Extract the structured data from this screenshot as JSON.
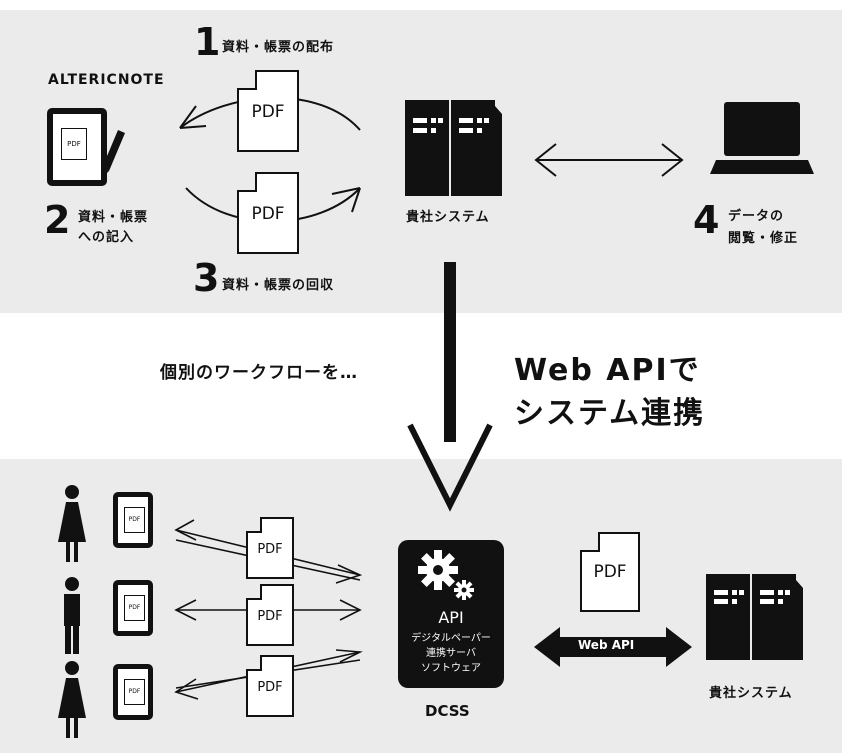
{
  "top": {
    "app_name": "ALTERICNOTE",
    "steps": [
      {
        "num": "1",
        "label": "資料・帳票の配布"
      },
      {
        "num": "2",
        "label_line1": "資料・帳票",
        "label_line2": "への記入"
      },
      {
        "num": "3",
        "label": "資料・帳票の回収"
      },
      {
        "num": "4",
        "label_line1": "データの",
        "label_line2": "閲覧・修正"
      }
    ],
    "pdf_label": "PDF",
    "tablet_doc_label": "PDF",
    "server_label": "貴社システム"
  },
  "middle": {
    "left_text": "個別のワークフローを…",
    "right_line1": "Web APIで",
    "right_line2": "システム連携"
  },
  "bottom": {
    "pdf_label": "PDF",
    "tablet_doc_label": "PDF",
    "dcss": {
      "api": "API",
      "line1": "デジタルペーパー",
      "line2": "連携サーバ",
      "line3": "ソフトウェア",
      "name": "DCSS"
    },
    "webapi_label": "Web API",
    "server_label": "貴社システム"
  },
  "colors": {
    "panel": "#ebebeb",
    "ink": "#111111"
  }
}
